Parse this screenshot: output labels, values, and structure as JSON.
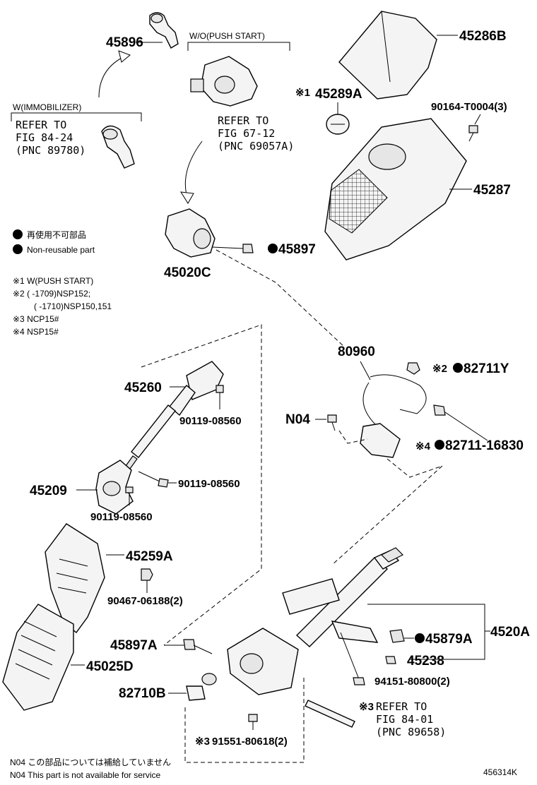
{
  "parts": {
    "p45896": "45896",
    "p45286B": "45286B",
    "p45289A": "45289A",
    "p90164": "90164-T0004(3)",
    "p45287": "45287",
    "p45897": "45897",
    "p45020C": "45020C",
    "p80960": "80960",
    "p82711Y": "82711Y",
    "pN04": "N04",
    "p82711_16830": "82711-16830",
    "p45260": "45260",
    "p90119a": "90119-08560",
    "p90119b": "90119-08560",
    "p90119c": "90119-08560",
    "p45209": "45209",
    "p45259A": "45259A",
    "p90467": "90467-06188(2)",
    "p45897A": "45897A",
    "p45025D": "45025D",
    "p45879A": "45879A",
    "p4520A": "4520A",
    "p45238": "45238",
    "p94151": "94151-80800(2)",
    "p82710B": "82710B",
    "p91551": "91551-80618(2)"
  },
  "marks": {
    "m1": "※1",
    "m2": "※2",
    "m3": "※3",
    "m4": "※4",
    "m3b": "※3"
  },
  "headers": {
    "wo_push_start": "W/O(PUSH START)",
    "w_immobilizer": "W(IMMOBILIZER)"
  },
  "refs": {
    "fig8424": [
      "REFER TO",
      "FIG 84-24",
      "(PNC 89780)"
    ],
    "fig6712": [
      "REFER TO",
      "FIG 67-12",
      "(PNC 69057A)"
    ],
    "fig8401": [
      "REFER TO",
      "FIG 84-01",
      "(PNC 89658)"
    ]
  },
  "legend": {
    "jp": "再使用不可部品",
    "en": "Non-reusable part"
  },
  "footnotes": {
    "f1": "※1  W(PUSH START)",
    "f2a": "※2  (       -1709)NSP152;",
    "f2b": "(       -1710)NSP150,151",
    "f3": "※3  NCP15#",
    "f4": "※4  NSP15#"
  },
  "bottom": {
    "jp": "N04  この部品については補給していません",
    "en": "N04  This part is not available for service",
    "code": "456314K"
  }
}
